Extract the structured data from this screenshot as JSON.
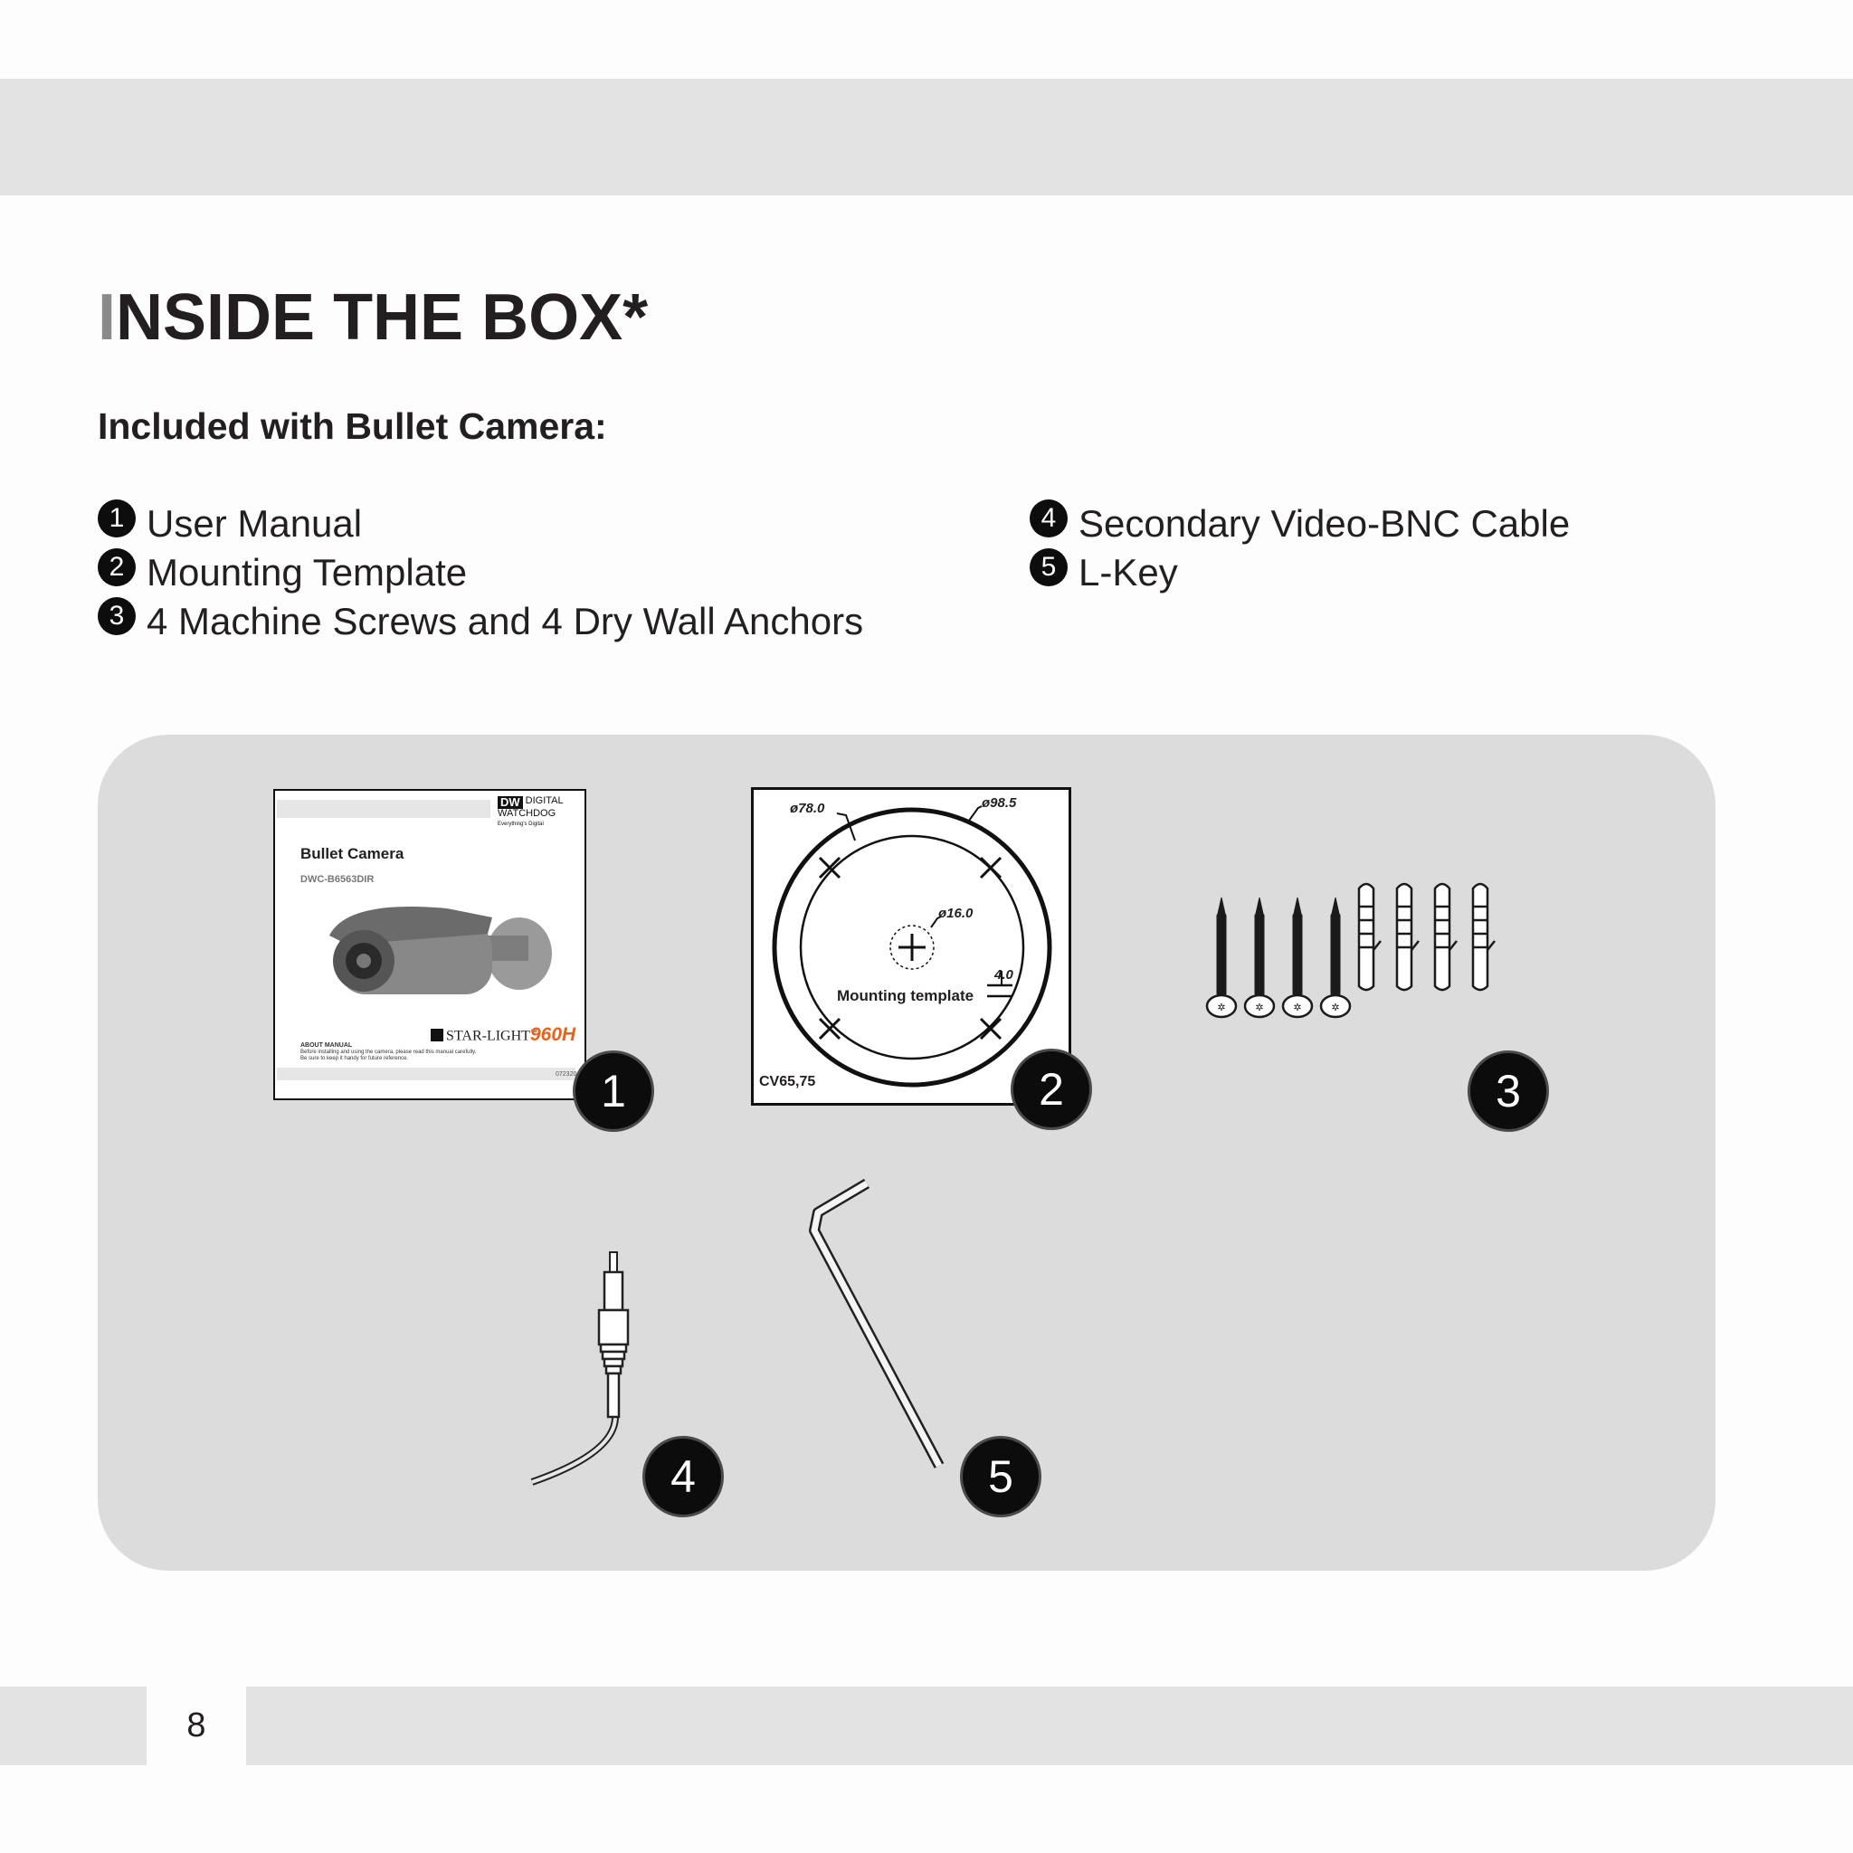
{
  "title": {
    "first_letter": "I",
    "rest": "NSIDE THE BOX*"
  },
  "subtitle": "Included with Bullet Camera:",
  "items_left": [
    {
      "num": "1",
      "label": "User Manual"
    },
    {
      "num": "2",
      "label": "Mounting Template"
    },
    {
      "num": "3",
      "label": "4 Machine Screws and 4 Dry Wall Anchors"
    }
  ],
  "items_right": [
    {
      "num": "4",
      "label": "Secondary Video-BNC Cable"
    },
    {
      "num": "5",
      "label": "L-Key"
    }
  ],
  "manual": {
    "brand_logo": "DW",
    "brand_name": "DIGITAL WATCHDOG",
    "brand_tagline": "Everything's Digital",
    "title": "Bullet Camera",
    "model": "DWC-B6563DIR",
    "starlight": "STAR-LIGHT",
    "tm": "™",
    "resolution": "960H",
    "about_heading": "ABOUT MANUAL",
    "about_line1": "Before installing and using the camera, please read this manual carefully.",
    "about_line2": "Be sure to keep it handy for future reference.",
    "code": "072320"
  },
  "template": {
    "label": "Mounting template",
    "code": "CV65,75",
    "dim_outer_left": "ø78.0",
    "dim_outer_right": "ø98.5",
    "dim_center": "ø16.0",
    "dim_side": "4.0"
  },
  "badges": [
    "1",
    "2",
    "3",
    "4",
    "5"
  ],
  "page_number": "8"
}
